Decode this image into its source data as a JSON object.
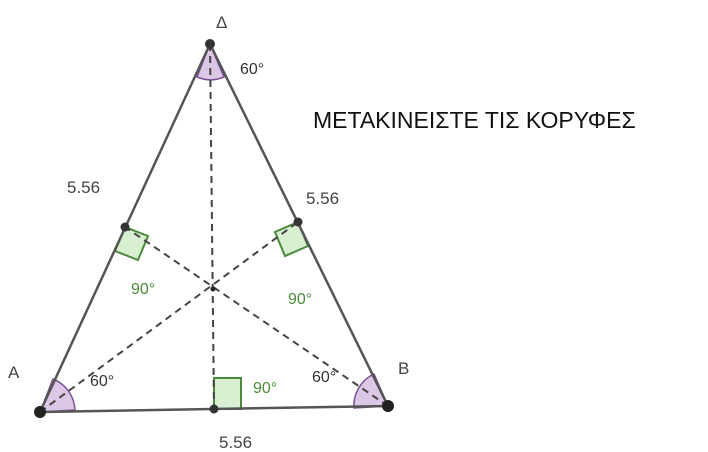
{
  "vertices": {
    "top": "Δ",
    "left": "A",
    "right": "B"
  },
  "side_lengths": {
    "left": "5.56",
    "right": "5.56",
    "bottom": "5.56"
  },
  "angles": {
    "top": "60°",
    "left": "60°",
    "right": "60°"
  },
  "right_angles": {
    "left": "90°",
    "right": "90°",
    "bottom": "90°"
  },
  "instruction": "ΜΕΤΑΚΙΝΕΙΣΤΕ ΤΙΣ ΚΟΡΥΦΕΣ",
  "colors": {
    "edge": "#555555",
    "median": "#444444",
    "angle_fill": "#dcc8e6",
    "angle_stroke": "#7a4f96",
    "right_fill": "#d9efd2",
    "right_stroke": "#4a8a3a",
    "point": "#333333"
  }
}
